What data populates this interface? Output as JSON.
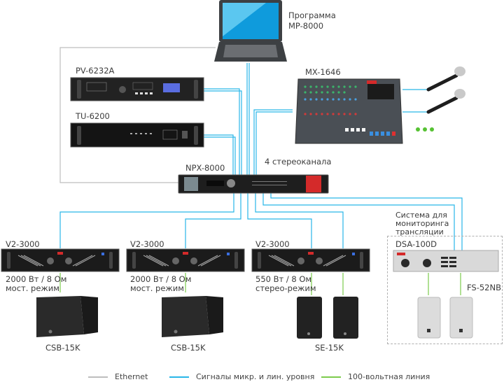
{
  "colors": {
    "ethernet": "#bdbdbd",
    "signal": "#29b6e8",
    "line100v": "#7ccb4c",
    "laptop_screen": "#29a6e0",
    "accent_red": "#d42a2a"
  },
  "devices": {
    "laptop": {
      "label_line1": "Программа",
      "label_line2": "MP-8000",
      "icon": "laptop-icon"
    },
    "pv": {
      "label": "PV-6232A"
    },
    "tu": {
      "label": "TU-6200"
    },
    "mixer": {
      "label": "MX-1646"
    },
    "microphones": {
      "count_shown": 2,
      "more": "•••"
    },
    "npx": {
      "label": "NPX-8000"
    },
    "stereo_channels": {
      "label": "4 стереоканала"
    },
    "amp1": {
      "label": "V2-3000",
      "power": "2000 Вт / 8 Ом",
      "mode": "мост. режим",
      "speaker": "CSB-15K"
    },
    "amp2": {
      "label": "V2-3000",
      "power": "2000 Вт / 8 Ом",
      "mode": "мост. режим",
      "speaker": "CSB-15K"
    },
    "amp3": {
      "label": "V2-3000",
      "power": "550 Вт / 8 Ом",
      "mode": "стерео-режим",
      "speaker": "SE-15K"
    },
    "monitoring": {
      "title_line1": "Система для",
      "title_line2": "мониторинга",
      "title_line3": "трансляции",
      "dsa": "DSA-100D",
      "speaker": "FS-52NB"
    }
  },
  "legend": [
    {
      "label": "Ethernet",
      "color": "#bdbdbd"
    },
    {
      "label": "Сигналы микр. и лин. уровня",
      "color": "#29b6e8"
    },
    {
      "label": "100-вольтная линия",
      "color": "#7ccb4c"
    }
  ]
}
